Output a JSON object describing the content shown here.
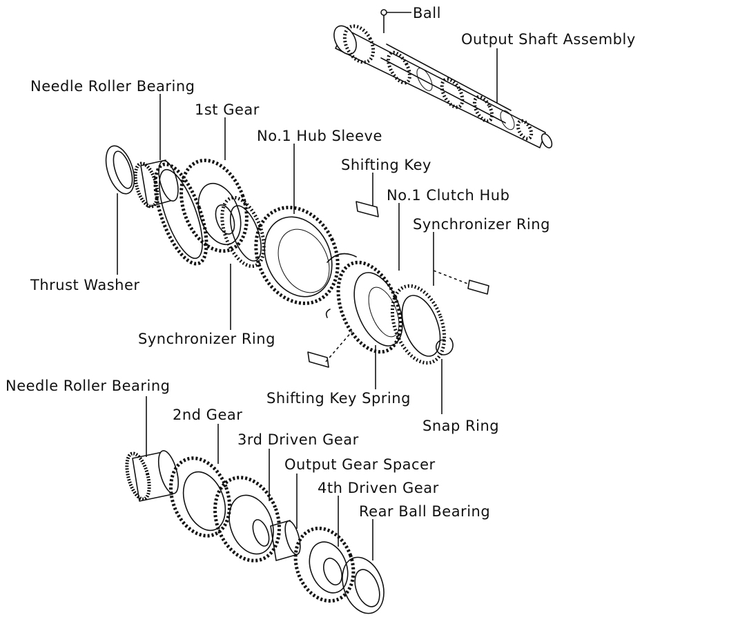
{
  "labels": {
    "ball": "Ball",
    "output_shaft_assembly": "Output Shaft Assembly",
    "needle_roller_bearing_upper": "Needle Roller Bearing",
    "first_gear": "1st Gear",
    "no1_hub_sleeve": "No.1 Hub Sleeve",
    "shifting_key": "Shifting Key",
    "no1_clutch_hub": "No.1 Clutch Hub",
    "synchronizer_ring_right": "Synchronizer Ring",
    "thrust_washer": "Thrust Washer",
    "synchronizer_ring_left": "Synchronizer Ring",
    "needle_roller_bearing_lower": "Needle Roller Bearing",
    "second_gear": "2nd Gear",
    "third_driven_gear": "3rd Driven Gear",
    "shifting_key_spring": "Shifting Key Spring",
    "snap_ring": "Snap Ring",
    "output_gear_spacer": "Output Gear Spacer",
    "fourth_driven_gear": "4th Driven Gear",
    "rear_ball_bearing": "Rear Ball Bearing"
  }
}
